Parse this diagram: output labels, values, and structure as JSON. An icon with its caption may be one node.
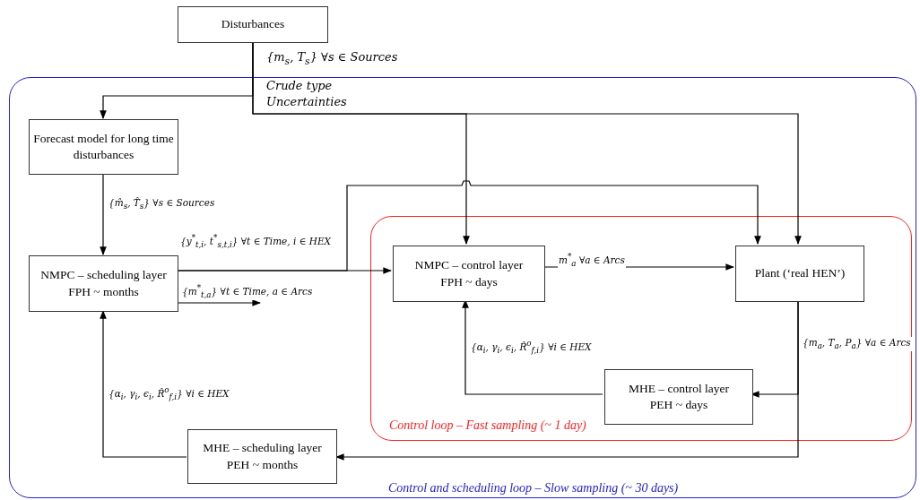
{
  "diagram": {
    "nodes": [
      {
        "text": [
          "Control and scheduling loop – Slow sampling (~ 30 days)"
        ]
      },
      {
        "text": [
          "Disturbances"
        ]
      },
      {
        "text": [
          "Forecast model for long time disturbances"
        ],
        "in": 0
      },
      {
        "text": [
          "NMPC – scheduling layer",
          "FPH ~ months"
        ],
        "in": 0
      },
      {
        "text": [
          "Control loop – Fast sampling (~ 1 day)"
        ],
        "in": 0
      },
      {
        "text": [
          "NMPC – control layer",
          "FPH ~ days"
        ],
        "in": 4
      },
      {
        "text": [
          "Plant (‘real HEN’)"
        ],
        "in": 4
      },
      {
        "text": [
          "MHE – control layer",
          "PEH ~ days"
        ],
        "in": 4
      },
      {
        "text": [
          "MHE – scheduling layer",
          "PEH ~ months"
        ],
        "in": 0
      }
    ],
    "edges": [
      {
        "from": 1,
        "to": 2,
        "arrow": "to"
      },
      {
        "from": 1,
        "to": 5,
        "arrow": "to"
      },
      {
        "from": 1,
        "to": 6,
        "arrow": "to"
      },
      {
        "from": 2,
        "to": 3,
        "arrow": "to",
        "label": "{m̂$_{s}$, T̂$_{s}$} ∀s ∈ Sources"
      },
      {
        "from": 3,
        "to": 5,
        "arrow": "to",
        "label": "{y$^{*}$$_{t,i}$, t$^{*}$$_{s,t,i}$} ∀t ∈ Time, i ∈ HEX"
      },
      {
        "from": 3,
        "to": 6,
        "arrow": "to"
      },
      {
        "from": 3,
        "to": null,
        "arrow": "to",
        "label": "{m$^{*}$$_{t,a}$} ∀t ∈ Time, a ∈ Arcs"
      },
      {
        "from": 5,
        "to": 6,
        "arrow": "to",
        "label": "m$^{*}$$_{a}$ ∀a ∈ Arcs"
      },
      {
        "from": 6,
        "to": 7,
        "arrow": "to",
        "label": "{m$_{a}$, T$_{a}$, P$_{a}$} ∀a ∈ Arcs"
      },
      {
        "from": 6,
        "to": 8,
        "arrow": "to"
      },
      {
        "from": 7,
        "to": 5,
        "arrow": "to",
        "label": "{α$_{i}$, γ$_{i}$, ϵ$_{i}$, R̂$^{o}$$_{f,i}$} ∀i ∈ HEX"
      },
      {
        "from": 8,
        "to": 3,
        "arrow": "to",
        "label": "{α$_{i}$, γ$_{i}$, ϵ$_{i}$, R̂$^{o}$$_{f,i}$} ∀i ∈ HEX"
      }
    ],
    "labels": [
      "{m$_{s}$, T$_{s}$} ∀s ∈ Sources",
      "Crude type",
      "Uncertainties"
    ]
  }
}
